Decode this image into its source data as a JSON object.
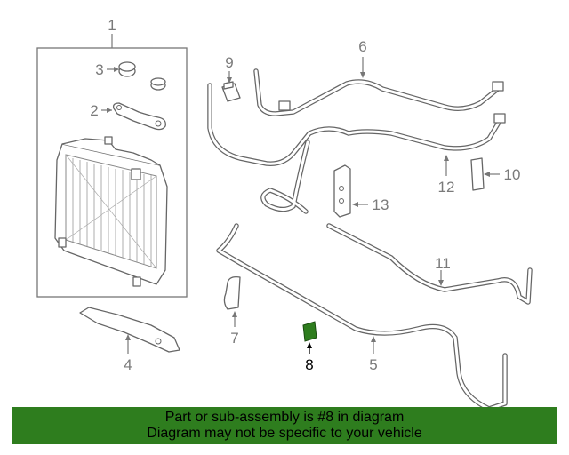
{
  "diagram": {
    "callouts": [
      "1",
      "2",
      "3",
      "4",
      "5",
      "6",
      "7",
      "8",
      "9",
      "10",
      "11",
      "12",
      "13"
    ],
    "highlighted_callout": "8",
    "colors": {
      "highlight": "#2e7d1e",
      "banner": "#2e7d1e",
      "line_art": "#666666",
      "callout_text": "#7a7a7a"
    }
  },
  "banner": {
    "line1": "Part or sub-assembly is #8 in diagram",
    "line2": "Diagram may not be specific to your vehicle"
  }
}
